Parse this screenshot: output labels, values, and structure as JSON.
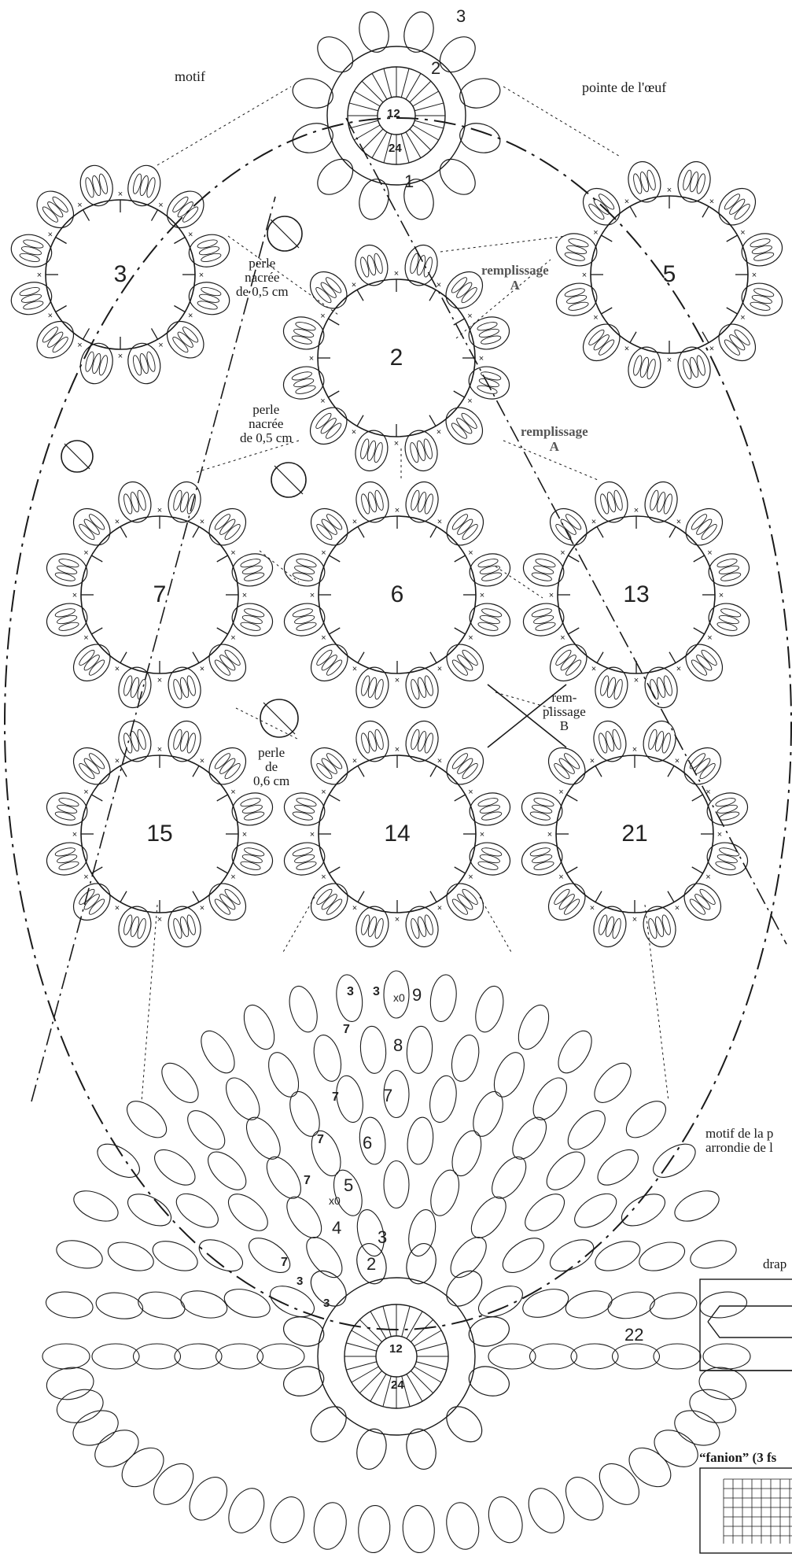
{
  "labels": {
    "motif": "motif",
    "pointe": "pointe de l'œuf",
    "perle1": [
      "perle",
      "nacrée",
      "de 0,5 cm"
    ],
    "perle2": [
      "perle",
      "nacrée",
      "de 0,5 cm"
    ],
    "perle3": [
      "perle",
      "de",
      "0,6 cm"
    ],
    "remplissage_a1": [
      "remplissage",
      "A"
    ],
    "remplissage_a2": [
      "remplissage",
      "A"
    ],
    "remplissage_b": [
      "rem-",
      "plissage",
      "B"
    ],
    "motif_arrondie": [
      "motif de la p",
      "arrondie de l"
    ],
    "drap": "drap",
    "fanion": "“fanion” (3 fs"
  },
  "motifs": [
    "2",
    "3",
    "5",
    "6",
    "7",
    "13",
    "14",
    "15",
    "21"
  ],
  "top_motif_center": [
    "12",
    "24"
  ],
  "top_motif_rounds": [
    "1",
    "2",
    "3"
  ],
  "bottom_rounds": [
    "2",
    "3",
    "4",
    "5",
    "6",
    "7",
    "8",
    "9",
    "22"
  ],
  "bottom_small_marks": [
    "3",
    "3",
    "7",
    "7",
    "7",
    "7",
    "7",
    "3",
    "3",
    "x0",
    "x0"
  ],
  "bottom_motif_center": [
    "12",
    "24"
  ],
  "colors": {
    "ink": "#1a1a1a",
    "paper": "#ffffff",
    "fill_label": "#555555"
  }
}
